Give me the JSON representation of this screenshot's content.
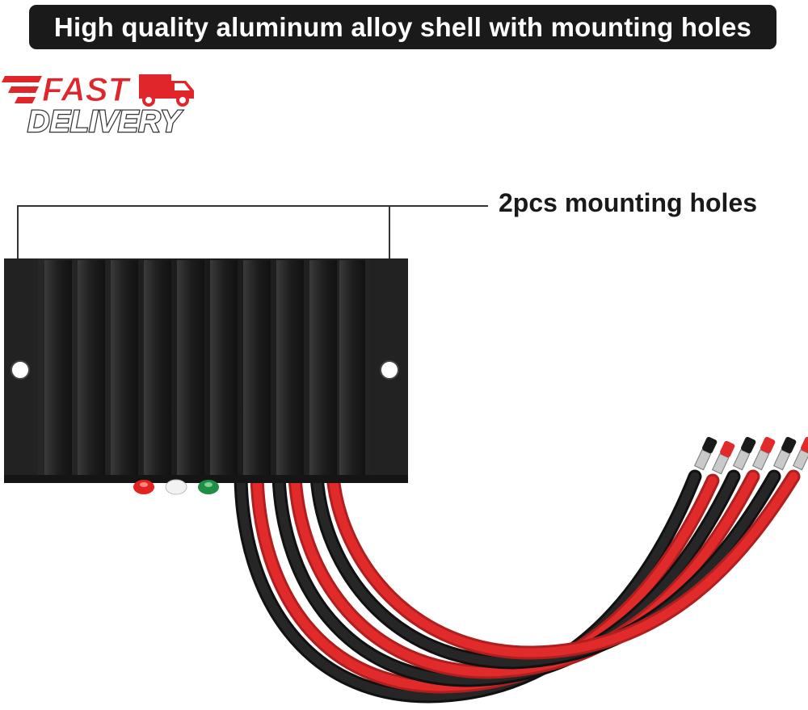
{
  "banner": {
    "text": "High quality aluminum alloy shell with mounting holes"
  },
  "badge": {
    "line1": "FAST",
    "line2": "DELIVERY",
    "icon": "delivery-truck-icon"
  },
  "callout": {
    "text": "2pcs mounting holes"
  },
  "colors": {
    "banner_bg": "#1a1a1a",
    "badge_red": "#e0252b",
    "shell": "#1c1c1c",
    "wire_red": "#e12b2b",
    "wire_black": "#1a1a1a",
    "led_red": "#e3231f",
    "led_white": "#f2f2f2",
    "led_green": "#1f8f45"
  },
  "product": {
    "name": "controller-shell",
    "led_count": 3,
    "wire_count": 6
  }
}
